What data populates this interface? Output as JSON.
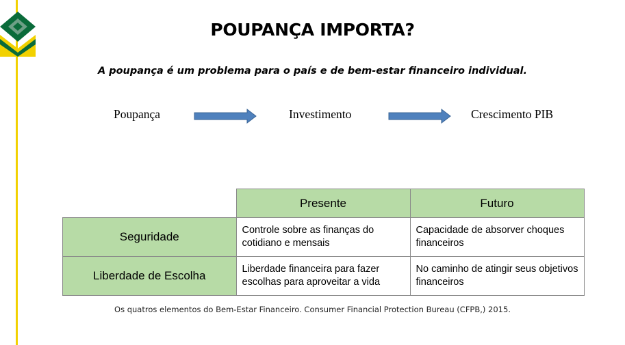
{
  "title": "POUPANÇA IMPORTA?",
  "subtitle": "A poupança é um problema para o país e de bem-estar financeiro individual.",
  "flow": [
    "Poupança",
    "Investimento",
    "Crescimento PIB"
  ],
  "table": {
    "columns": [
      "Presente",
      "Futuro"
    ],
    "rows": [
      {
        "label": "Seguridade",
        "cells": [
          "Controle sobre as finanças do cotidiano e mensais",
          "Capacidade de absorver choques financeiros"
        ]
      },
      {
        "label": "Liberdade de Escolha",
        "cells": [
          "Liberdade financeira para fazer escolhas para aproveitar a vida",
          "No caminho de atingir seus objetivos financeiros"
        ]
      }
    ]
  },
  "caption": "Os quatros elementos do Bem-Estar Financeiro. Consumer Financial Protection Bureau (CFPB,) 2015.",
  "colors": {
    "accent_yellow": "#f2d100",
    "logo_green": "#0a6b3a",
    "table_green": "#b7dba6",
    "arrow_blue": "#4f81bd"
  }
}
